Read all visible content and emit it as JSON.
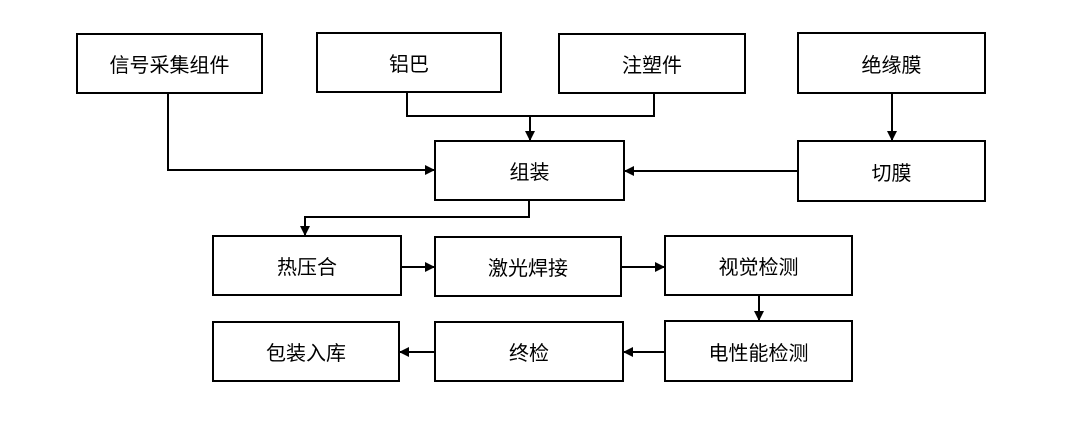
{
  "diagram": {
    "nodes": {
      "signal": "信号采集组件",
      "aluminum": "铝巴",
      "injection": "注塑件",
      "insulation": "绝缘膜",
      "assembly": "组装",
      "cut_film": "切膜",
      "hot_press": "热压合",
      "laser_weld": "激光焊接",
      "vision": "视觉检测",
      "electrical": "电性能检测",
      "final": "终检",
      "pack": "包装入库"
    },
    "edges": [
      [
        "signal",
        "assembly"
      ],
      [
        "aluminum",
        "assembly"
      ],
      [
        "injection",
        "assembly"
      ],
      [
        "insulation",
        "cut_film"
      ],
      [
        "cut_film",
        "assembly"
      ],
      [
        "assembly",
        "hot_press"
      ],
      [
        "hot_press",
        "laser_weld"
      ],
      [
        "laser_weld",
        "vision"
      ],
      [
        "vision",
        "electrical"
      ],
      [
        "electrical",
        "final"
      ],
      [
        "final",
        "pack"
      ]
    ]
  }
}
